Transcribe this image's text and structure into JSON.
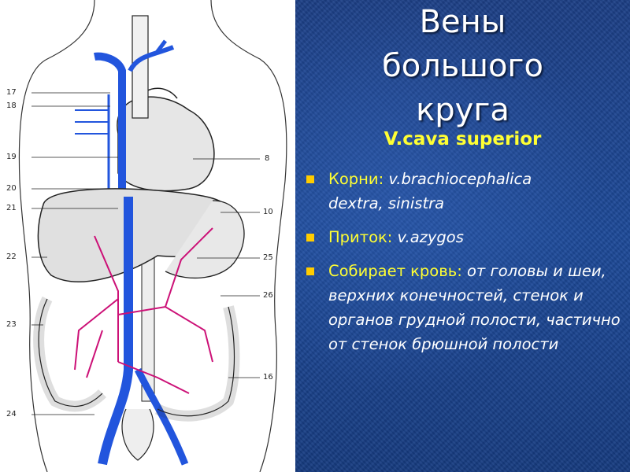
{
  "slide": {
    "title_lines": [
      "Вены",
      "большого",
      "круга"
    ],
    "subtitle": "V.cava superior",
    "bullets": [
      {
        "label": "Корни:",
        "text": " v.brachiocephalica",
        "continuation": "dextra, sinistra"
      },
      {
        "label": "Приток:",
        "text": " v.azygos"
      },
      {
        "label": "Собирает кровь:",
        "text": " от головы и шеи, верхних конечностей, стенок и органов грудной полости, частично от стенок брюшной полости"
      }
    ],
    "colors": {
      "background": "#1d4a9a",
      "title": "#ffffff",
      "subtitle": "#ffff33",
      "bullet": "#ffcc00",
      "vein": "#2255dd",
      "portal": "#cc1177"
    }
  },
  "figure": {
    "left_numbers": [
      "17",
      "18",
      "19",
      "20",
      "21",
      "22",
      "23",
      "24"
    ],
    "right_numbers": [
      "8",
      "10",
      "25",
      "26",
      "16"
    ]
  }
}
